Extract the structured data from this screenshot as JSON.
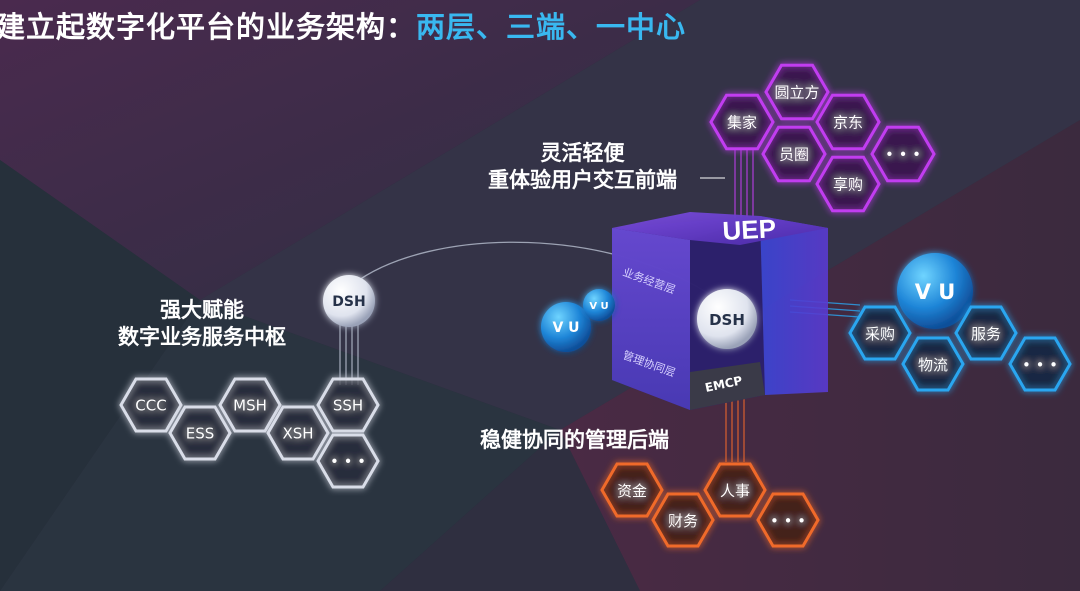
{
  "title": {
    "part1": "建立起数字化平台的业务架构：",
    "part2": "两层、三端、一中心"
  },
  "labels": {
    "front_line1": "灵活轻便",
    "front_line2": "重体验用户交互前端",
    "middle_line1": "强大赋能",
    "middle_line2": "数字业务服务中枢",
    "back": "稳健协同的管理后端"
  },
  "cube": {
    "top_label": "UEP",
    "upper_side_label": "业务经营层",
    "lower_side_label": "管理协同层",
    "bottom_label": "EMCP",
    "node": "DSH"
  },
  "nodes": {
    "dsh_left": "DSH",
    "vu_big_right": "V U",
    "vu_left_big": "V U",
    "vu_left_small": "V U"
  },
  "front_hexes": [
    "集家",
    "圆立方",
    "京东",
    "员圈",
    "享购",
    "• • •"
  ],
  "middle_hexes": [
    "CCC",
    "ESS",
    "MSH",
    "XSH",
    "SSH",
    "• • •"
  ],
  "right_hexes": [
    "采购",
    "物流",
    "服务",
    "• • •"
  ],
  "back_hexes": [
    "资金",
    "财务",
    "人事",
    "• • •"
  ],
  "colors": {
    "front": "#c13cf0",
    "middle": "#d9dde8",
    "right": "#2aa6f0",
    "back": "#f06a2a",
    "title_accent": "#39b8f0"
  }
}
